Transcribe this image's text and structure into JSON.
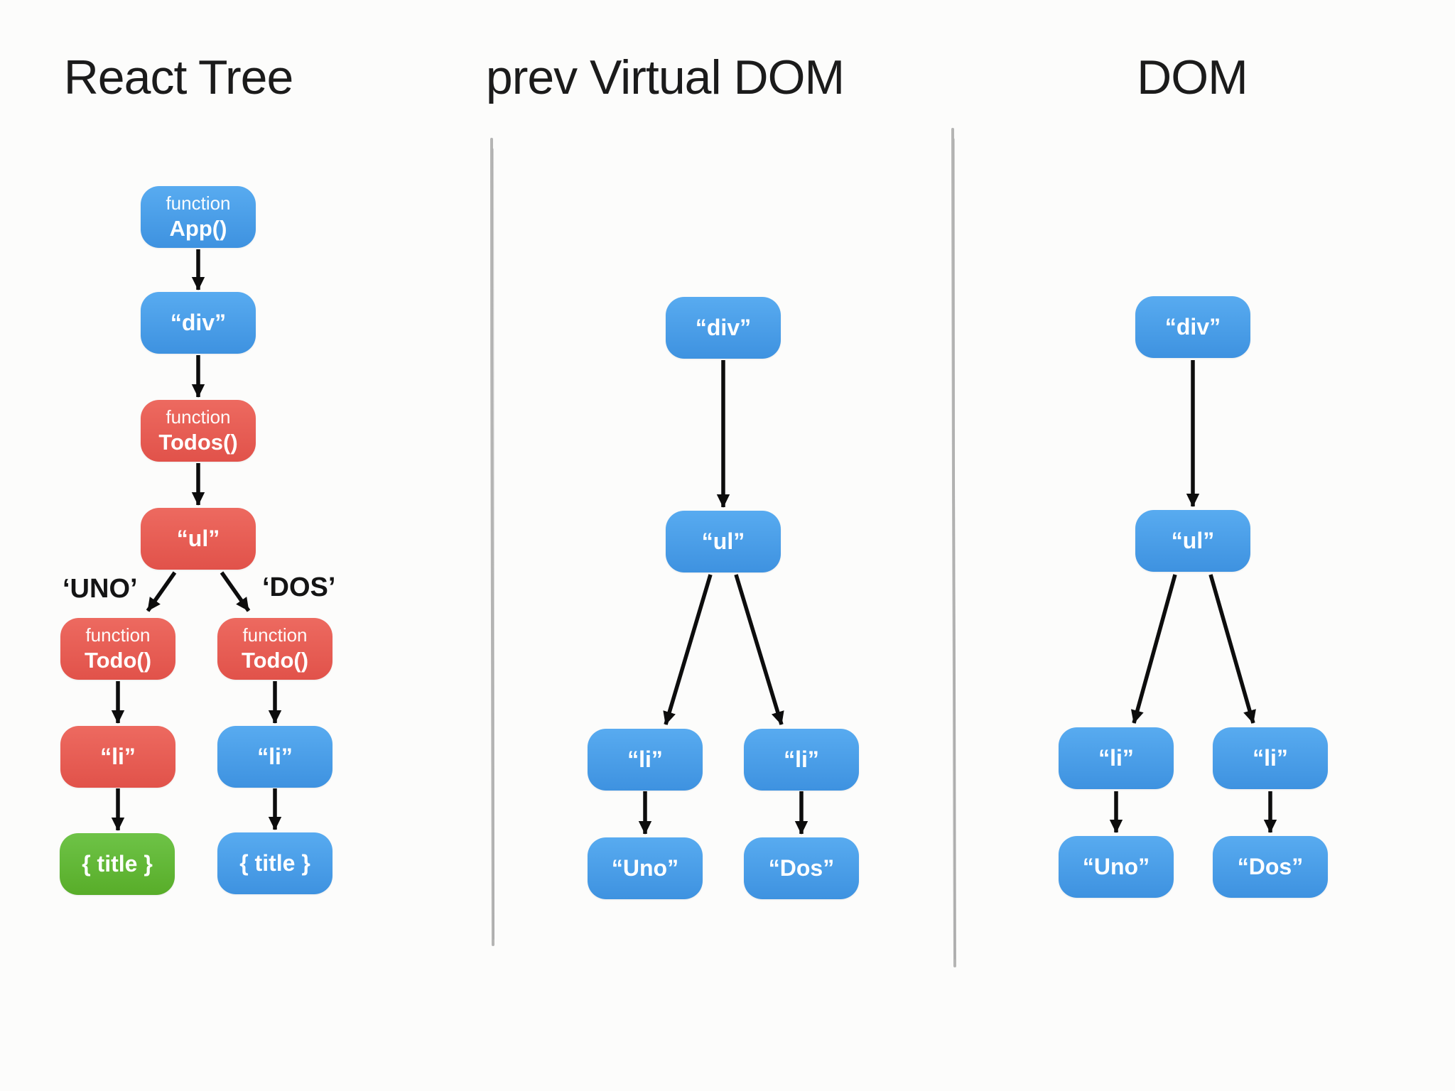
{
  "palette": {
    "blue_top": "#58abf0",
    "blue_bottom": "#3e92e0",
    "red_top": "#ed6a60",
    "red_bottom": "#e1524a",
    "green_top": "#6ec347",
    "green_bottom": "#58ad29",
    "arrow": "#0d0d0d",
    "divider": "#a3a3a3",
    "heading_text": "#1b1b1b",
    "node_text": "#ffffff",
    "background": "#fcfcfb"
  },
  "trees": {
    "react": {
      "title": "React Tree",
      "key_labels": [
        {
          "text": "‘UNO’"
        },
        {
          "text": "‘DOS’"
        }
      ],
      "nodes": [
        {
          "label_top": "function",
          "label": "App()",
          "color": "blue"
        },
        {
          "label": "“div”",
          "color": "blue"
        },
        {
          "label_top": "function",
          "label": "Todos()",
          "color": "red"
        },
        {
          "label": "“ul”",
          "color": "red"
        },
        {
          "label_top": "function",
          "label": "Todo()",
          "color": "red"
        },
        {
          "label_top": "function",
          "label": "Todo()",
          "color": "red"
        },
        {
          "label": "“li”",
          "color": "red"
        },
        {
          "label": "“li”",
          "color": "blue"
        },
        {
          "label": "{ title }",
          "color": "green"
        },
        {
          "label": "{ title }",
          "color": "blue"
        }
      ],
      "edges": [
        "App()→div",
        "div→Todos()",
        "Todos()→ul",
        "ul→Todo()[UNO]",
        "ul→Todo()[DOS]",
        "Todo()→li (left)",
        "Todo()→li (right)",
        "li→{ title } (left)",
        "li→{ title } (right)"
      ]
    },
    "prev_vdom": {
      "title": "prev Virtual DOM",
      "nodes": [
        {
          "label": "“div”",
          "color": "blue"
        },
        {
          "label": "“ul”",
          "color": "blue"
        },
        {
          "label": "“li”",
          "color": "blue"
        },
        {
          "label": "“li”",
          "color": "blue"
        },
        {
          "label": "“Uno”",
          "color": "blue"
        },
        {
          "label": "“Dos”",
          "color": "blue"
        }
      ],
      "edges": [
        "div→ul",
        "ul→li (left)",
        "ul→li (right)",
        "li→Uno",
        "li→Dos"
      ]
    },
    "dom": {
      "title": "DOM",
      "nodes": [
        {
          "label": "“div”",
          "color": "blue"
        },
        {
          "label": "“ul”",
          "color": "blue"
        },
        {
          "label": "“li”",
          "color": "blue"
        },
        {
          "label": "“li”",
          "color": "blue"
        },
        {
          "label": "“Uno”",
          "color": "blue"
        },
        {
          "label": "“Dos”",
          "color": "blue"
        }
      ],
      "edges": [
        "div→ul",
        "ul→li (left)",
        "ul→li (right)",
        "li→Uno",
        "li→Dos"
      ]
    }
  }
}
